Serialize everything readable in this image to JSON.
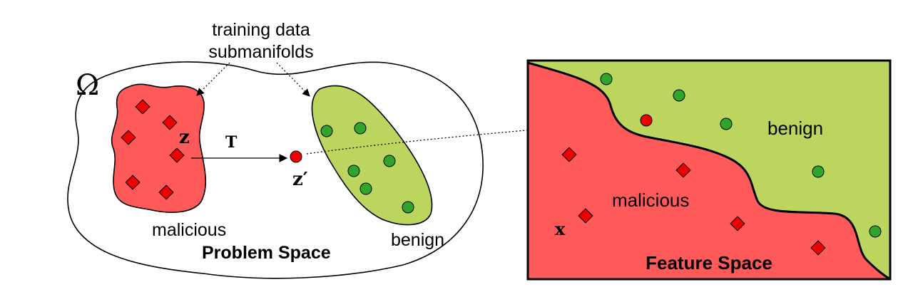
{
  "problem_space": {
    "omega_symbol": "Ω",
    "callout_line1": "training data",
    "callout_line2": "submanifolds",
    "label_malicious": "malicious",
    "label_benign": "benign",
    "title": "Problem Space",
    "z_label": "z",
    "t_label": "T",
    "z_prime_label": "z′"
  },
  "feature_space": {
    "title": "Feature Space",
    "label_malicious": "malicious",
    "label_benign": "benign",
    "x_label": "x"
  },
  "colors": {
    "malicious": "#fe5a5a",
    "benign": "#bcd55e",
    "malicious_point": "#ee0000",
    "benign_point": "#2fa62a",
    "outline": "#000000"
  }
}
